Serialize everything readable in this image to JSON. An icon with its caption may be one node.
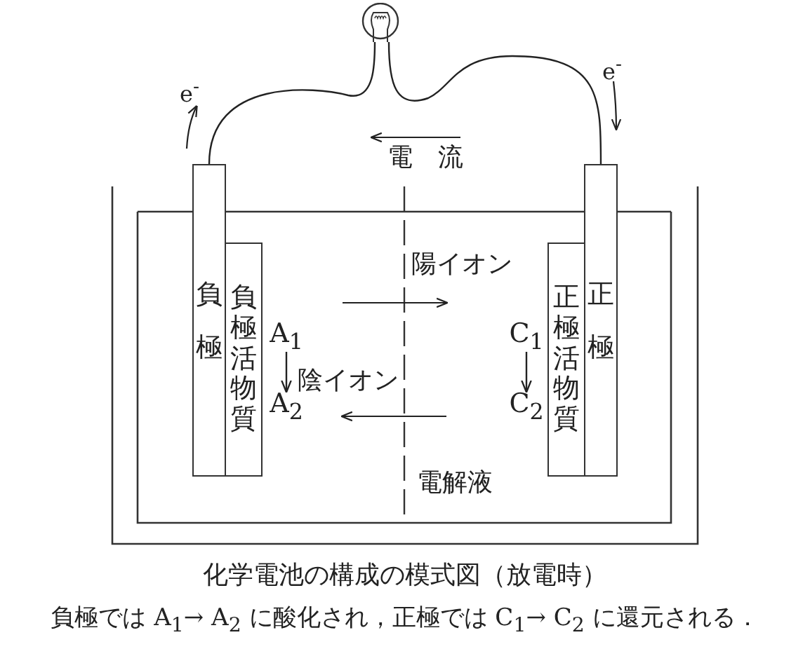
{
  "diagram": {
    "caption": "化学電池の構成の模式図（放電時）",
    "nodes": [
      {
        "text": [
          "負極"
        ]
      },
      {
        "text": [
          "負極活物質"
        ]
      },
      {
        "text": [
          "A$_{1}$"
        ]
      },
      {
        "text": [
          "A$_{2}$"
        ]
      },
      {
        "text": [
          "正極"
        ]
      },
      {
        "text": [
          "正極活物質"
        ]
      },
      {
        "text": [
          "C$_{1}$"
        ]
      },
      {
        "text": [
          "C$_{2}$"
        ]
      },
      {
        "text": [],
        "shape": "circle"
      }
    ],
    "edges": [
      {
        "from": 2,
        "to": 3,
        "arrow": "to"
      },
      {
        "from": 6,
        "to": 7,
        "arrow": "to"
      },
      {
        "from": 0,
        "to": 8,
        "arrow": "none"
      },
      {
        "from": 8,
        "to": 4,
        "arrow": "none"
      }
    ],
    "labels": [
      "e$^{-}$",
      "e$^{-}$",
      "電　流",
      "陽イオン",
      "陰イオン",
      "電解液",
      "負極では A$_{1}$→ A$_{2}$ に酸化され，正極では C$_{1}$→ C$_{2}$ に還元される．"
    ]
  }
}
